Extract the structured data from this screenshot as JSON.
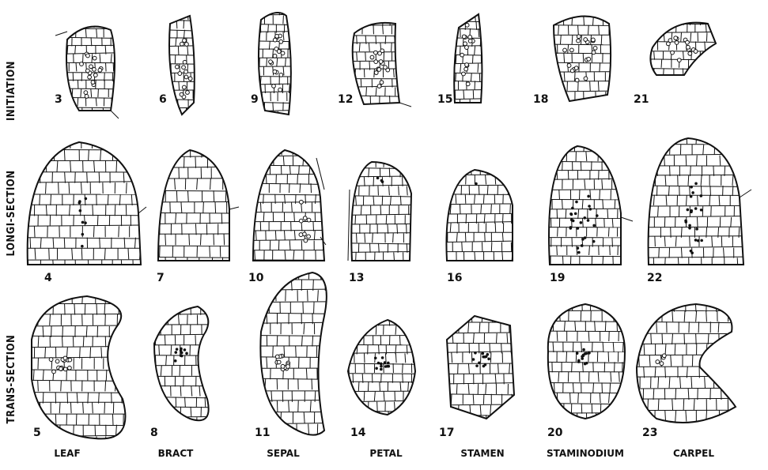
{
  "row_labels": [
    "INITIATION",
    "LONGI-SECTION",
    "TRANS-SECTION"
  ],
  "column_labels": [
    "LEAF",
    "BRACT",
    "SEPAL",
    "PETAL",
    "STAMEN",
    "STAMINODIUM",
    "CARPEL"
  ],
  "figure_numbers": [
    [
      "3",
      "6",
      "9",
      "12",
      "15",
      "18",
      "21"
    ],
    [
      "4",
      "7",
      "10",
      "13",
      "16",
      "19",
      "22"
    ],
    [
      "5",
      "8",
      "11",
      "14",
      "17",
      "20",
      "23"
    ]
  ]
}
